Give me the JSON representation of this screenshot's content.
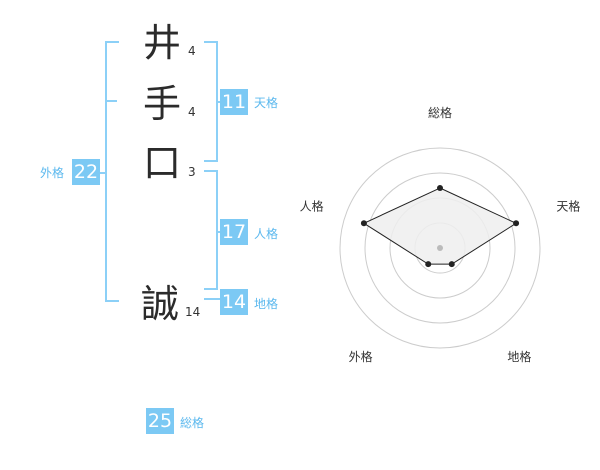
{
  "name": {
    "chars": [
      {
        "char": "井",
        "strokes": "4"
      },
      {
        "char": "手",
        "strokes": "4"
      },
      {
        "char": "口",
        "strokes": "3"
      },
      {
        "char": "誠",
        "strokes": "14"
      }
    ]
  },
  "grades": {
    "ten": {
      "value": "11",
      "label": "天格"
    },
    "jin": {
      "value": "17",
      "label": "人格"
    },
    "chi": {
      "value": "14",
      "label": "地格"
    },
    "gai": {
      "value": "22",
      "label": "外格"
    },
    "sou": {
      "value": "25",
      "label": "総格"
    }
  },
  "chart_data": {
    "type": "radar",
    "axes": [
      "総格",
      "天格",
      "地格",
      "外格",
      "人格"
    ],
    "values": [
      3,
      4,
      1,
      1,
      4
    ],
    "max": 5,
    "rings": 4,
    "colors": {
      "fill": "#eeeeee",
      "stroke": "#222222",
      "ring": "#cccccc",
      "center": "#bbbbbb"
    }
  }
}
